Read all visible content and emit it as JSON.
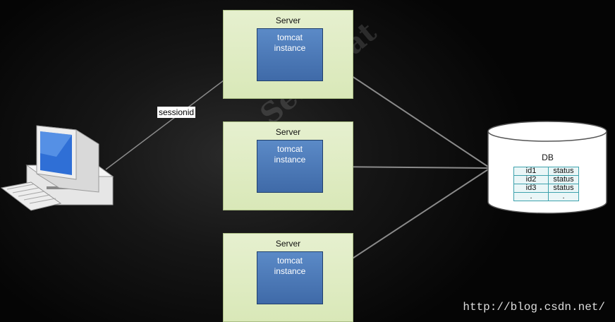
{
  "servers": [
    {
      "title": "Server",
      "instance_line1": "tomcat",
      "instance_line2": "instance"
    },
    {
      "title": "Server",
      "instance_line1": "tomcat",
      "instance_line2": "instance"
    },
    {
      "title": "Server",
      "instance_line1": "tomcat",
      "instance_line2": "instance"
    }
  ],
  "db": {
    "label": "DB",
    "rows": [
      {
        "id": "id1",
        "status": "status"
      },
      {
        "id": "id2",
        "status": "status"
      },
      {
        "id": "id3",
        "status": "status"
      },
      {
        "id": ".",
        "status": "."
      }
    ]
  },
  "edge_label": "sessionid",
  "watermark": "Sea Boat",
  "url": "http://blog.csdn.net/"
}
